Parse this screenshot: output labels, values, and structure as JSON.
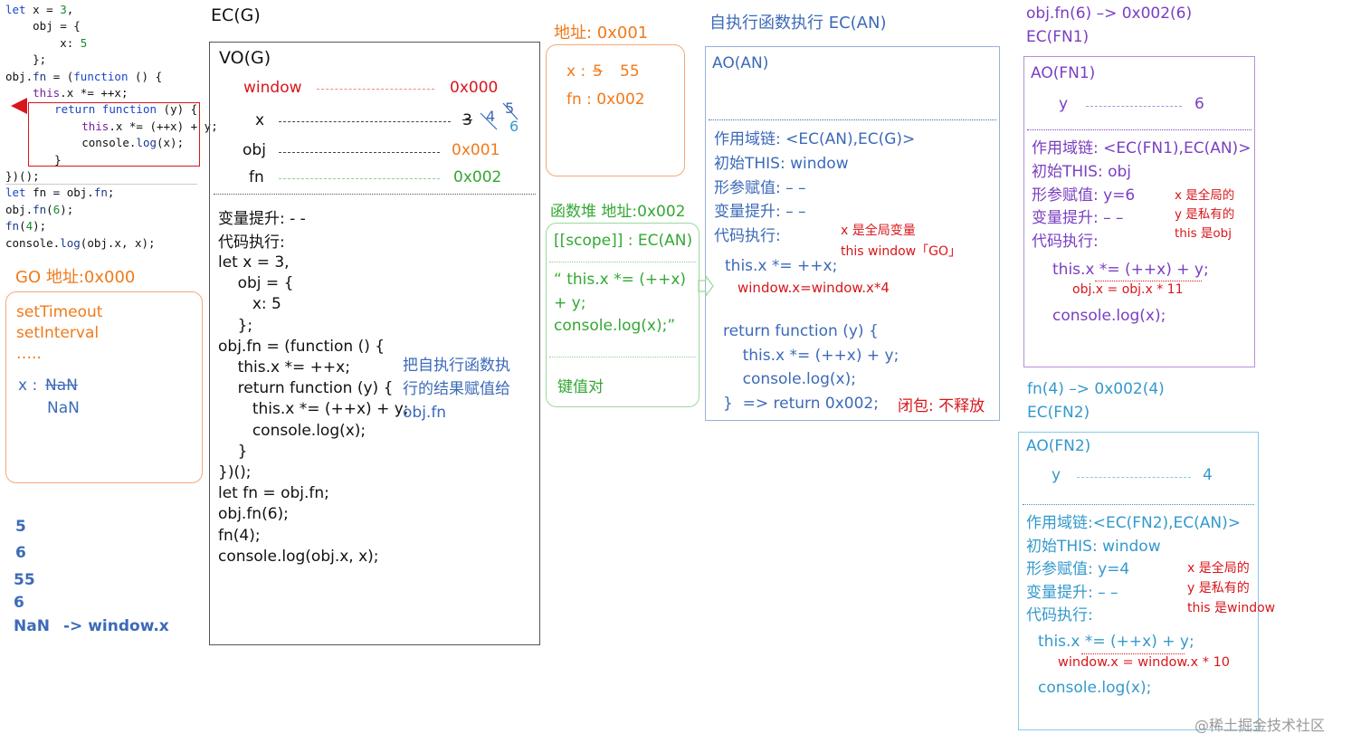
{
  "code": {
    "lines": [
      [
        [
          "kw",
          "let"
        ],
        [
          "t",
          " x = "
        ],
        [
          "num",
          "3"
        ],
        [
          "t",
          ","
        ]
      ],
      [
        [
          "t",
          "    obj = {"
        ]
      ],
      [
        [
          "t",
          "        x: "
        ],
        [
          "num",
          "5"
        ]
      ],
      [
        [
          "t",
          "    };"
        ]
      ],
      [
        [
          "t",
          "obj."
        ],
        [
          "fnc",
          "fn"
        ],
        [
          "t",
          " = ("
        ],
        [
          "kw",
          "function"
        ],
        [
          "t",
          " () {"
        ]
      ],
      [
        [
          "t",
          "    "
        ],
        [
          "pu",
          "this"
        ],
        [
          "t",
          ".x *= ++x;"
        ]
      ],
      [
        [
          "t",
          "    "
        ],
        [
          "kw",
          "return"
        ],
        [
          "t",
          " "
        ],
        [
          "kw",
          "function"
        ],
        [
          "t",
          " (y) {"
        ]
      ],
      [
        [
          "t",
          "        "
        ],
        [
          "pu",
          "this"
        ],
        [
          "t",
          ".x *= (++x) + y;"
        ]
      ],
      [
        [
          "t",
          "        console."
        ],
        [
          "fnc",
          "log"
        ],
        [
          "t",
          "(x);"
        ]
      ],
      [
        [
          "t",
          "    }"
        ]
      ],
      [
        [
          "t",
          "})();"
        ]
      ],
      [
        [
          "kw",
          "let"
        ],
        [
          "t",
          " fn = obj."
        ],
        [
          "fnc",
          "fn"
        ],
        [
          "t",
          ";"
        ]
      ],
      [
        [
          "t",
          "obj."
        ],
        [
          "fnc",
          "fn"
        ],
        [
          "t",
          "("
        ],
        [
          "num",
          "6"
        ],
        [
          "t",
          ");"
        ]
      ],
      [
        [
          "fnc",
          "fn"
        ],
        [
          "t",
          "("
        ],
        [
          "num",
          "4"
        ],
        [
          "t",
          ");"
        ]
      ],
      [
        [
          "t",
          "console."
        ],
        [
          "fnc",
          "log"
        ],
        [
          "t",
          "(obj.x, x);"
        ]
      ]
    ]
  },
  "go": {
    "title": "GO  地址:0x000",
    "items": [
      "setTimeout",
      "setInterval",
      "….."
    ],
    "x_label": "x : ",
    "x_value": "NaN",
    "x_value2": "NaN"
  },
  "output": {
    "lines": [
      "5",
      "6",
      "55",
      "6",
      "NaN"
    ],
    "note": "-> window.x"
  },
  "ecg": {
    "title": "EC(G)",
    "vo_title": "VO(G)",
    "vars": [
      {
        "name": "window",
        "value": "0x000"
      },
      {
        "name": "x",
        "value": "3"
      },
      {
        "name": "obj",
        "value": "0x001"
      },
      {
        "name": "fn",
        "value": "0x002"
      }
    ],
    "x_updates": [
      "4",
      "5",
      "6"
    ],
    "hoist": "变量提升: - -",
    "exec": "代码执行:",
    "code_lines": [
      "let x = 3,",
      "    obj = {",
      "       x: 5",
      "    };",
      "obj.fn = (function () {",
      "    this.x *= ++x;",
      "    return function (y) {",
      "       this.x *= (++x) + y;",
      "       console.log(x);",
      "    }",
      "})();",
      "let fn = obj.fn;",
      "obj.fn(6);",
      "fn(4);",
      "console.log(obj.x, x);"
    ],
    "note_lines": [
      "把自执行函数执",
      "行的结果赋值给",
      "obj.fn"
    ]
  },
  "heap_obj": {
    "title": "地址:  0x001",
    "x_label": "x : ",
    "x_old": "5",
    "x_new": "55",
    "fn_line": "fn : 0x002"
  },
  "heap_fn": {
    "title": "函数堆   地址:0x002",
    "scope": "[[scope]] : EC(AN)",
    "code_lines": [
      "“ this.x *= (++x)",
      "+ y;",
      "console.log(x);”"
    ],
    "kv": "键值对"
  },
  "an": {
    "title": "自执行函数执行   EC(AN)",
    "ao_title": "AO(AN)",
    "lines": [
      "作用域链: <EC(AN),EC(G)>",
      "初始THIS: window",
      "形参赋值: – –",
      "变量提升: – –",
      "代码执行:"
    ],
    "note1": "x  是全局变量",
    "note2": "this  window「GO」",
    "code1": "this.x *= ++x;",
    "code2": "window.x=window.x*4",
    "ret_lines": [
      "return function (y) {",
      "    this.x *= (++x) + y;",
      "    console.log(x);",
      "}  => return 0x002;"
    ],
    "closure": "闭包: 不释放"
  },
  "fn1": {
    "title1": "obj.fn(6) –> 0x002(6)",
    "title2": "EC(FN1)",
    "ao_title": "AO(FN1)",
    "y_label": "y",
    "y_value": "6",
    "lines": [
      "作用域链: <EC(FN1),EC(AN)>",
      "初始THIS: obj",
      "形参赋值: y=6",
      "变量提升: – –",
      "代码执行:"
    ],
    "notes": [
      "x 是全局的",
      "y 是私有的",
      "this 是obj"
    ],
    "code1": "this.x *= (++x) + y;",
    "code2": "obj.x = obj.x * 11",
    "code3": "console.log(x);"
  },
  "fn2": {
    "title1": "fn(4) –> 0x002(4)",
    "title2": "EC(FN2)",
    "ao_title": "AO(FN2)",
    "y_label": "y",
    "y_value": "4",
    "lines": [
      "作用域链:<EC(FN2),EC(AN)>",
      "初始THIS: window",
      "形参赋值: y=4",
      "变量提升: – –",
      "代码执行:"
    ],
    "notes": [
      "x 是全局的",
      "y 是私有的",
      "this 是window"
    ],
    "code1": "this.x *= (++x) + y;",
    "code2": "window.x = window.x * 10",
    "code3": "console.log(x);"
  },
  "watermark": "@稀土掘金技术社区",
  "colors": {
    "orange": "#f07a1a",
    "red": "#d8161b",
    "green": "#33a832",
    "blue": "#3c6ab8",
    "purple": "#7a3fc2",
    "cyan": "#3399cc",
    "gray": "#999999"
  }
}
